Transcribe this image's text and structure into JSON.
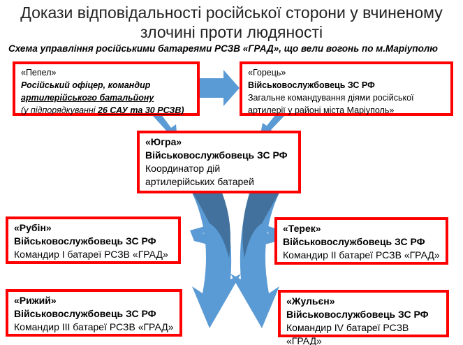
{
  "title_line1": "Докази відповідальності російської сторони у вчиненому",
  "title_line2": "злочині проти людяності",
  "subtitle": "Схема управління російськими батареями РСЗВ «ГРАД», що вели вогонь по м.Маріуполю",
  "pepel": {
    "name": "«Пепел»",
    "role1": "Російський офіцер, командир",
    "role2": "артилерійського батальйону",
    "note_pre": "(у підпорядкуванні ",
    "note_units": "26 САУ та 30 РСЗВ)"
  },
  "gorets": {
    "name": "«Горець»",
    "rank": "Військовослужбовець ЗС РФ",
    "desc1": "Загальне командування діями російської",
    "desc2": "артилерії у районі міста Маріуполь»"
  },
  "yugra": {
    "name": "«Югра»",
    "rank": "Військовослужбовець ЗС РФ",
    "desc1": "Координатор дій",
    "desc2": "артилерійських батарей"
  },
  "rubin": {
    "name": "«Рубін»",
    "rank": "Військовослужбовець ЗС РФ",
    "desc": "Командир І батареї РСЗВ «ГРАД»"
  },
  "terek": {
    "name": "«Терек»",
    "rank": "Військовослужбовець ЗС РФ",
    "desc": "Командир ІІ батареї РСЗВ «ГРАД»"
  },
  "ryzhyi": {
    "name": "«Рижий»",
    "rank": "Військовослужбовець ЗС РФ",
    "desc": "Командир ІІІ батареї РСЗВ «ГРАД»"
  },
  "zhulien": {
    "name": "«Жульєн»",
    "rank": "Військовослужбовець ЗС РФ",
    "desc": "Командир IV батареї РСЗВ «ГРАД»"
  },
  "colors": {
    "border": "#ff0000",
    "arrow_light": "#5b9bd5",
    "arrow_dark": "#41719c"
  }
}
